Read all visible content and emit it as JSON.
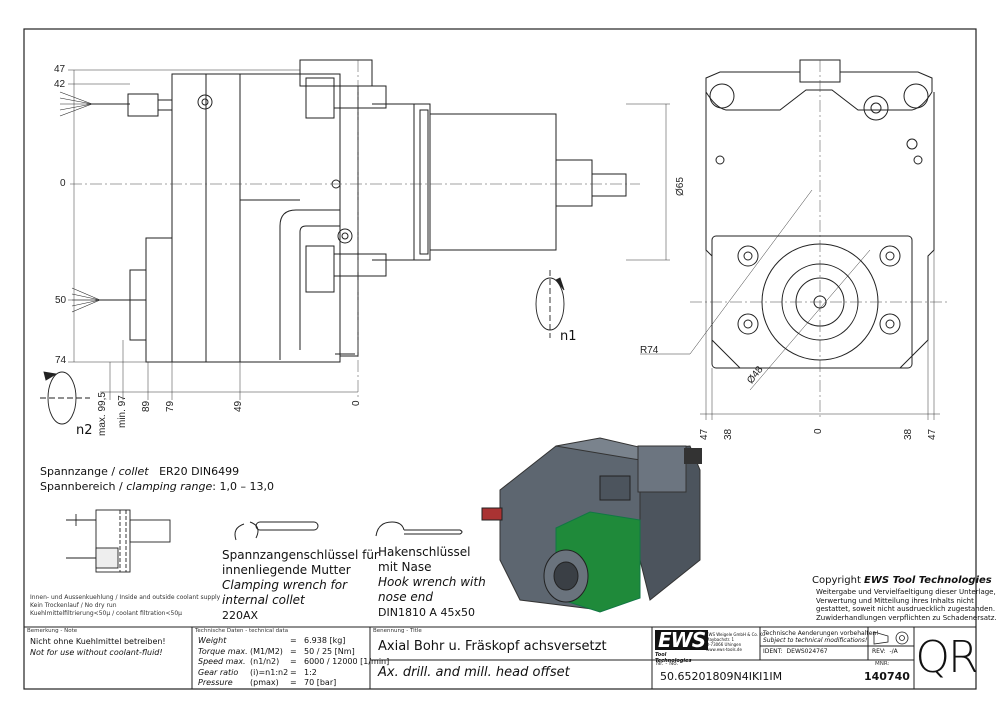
{
  "dimensions": {
    "left_labels": [
      "47",
      "42",
      "0",
      "50",
      "74"
    ],
    "bottom_left_labels": [
      "max. 99,5",
      "min. 97",
      "89",
      "79",
      "49",
      "0"
    ],
    "bottom_right_labels": [
      "47",
      "38",
      "0",
      "38",
      "47"
    ],
    "diameter_65": "Ø65",
    "diameter_48": "Ø48",
    "radius_74": "R74",
    "n1": "n1",
    "n2": "n2"
  },
  "specs": {
    "collet_line_de": "Spannzange / ",
    "collet_line_en": "collet",
    "collet_value": "ER20   DIN6499",
    "range_line_de": "Spannbereich / ",
    "range_line_en": "clamping range",
    "range_value": ": 1,0 – 13,0"
  },
  "wrench1": {
    "line1": "Spannzangenschlüssel für",
    "line2": "innenliegende Mutter",
    "line3": "Clamping wrench for",
    "line4": "internal collet",
    "code": "220AX"
  },
  "wrench2": {
    "line1": "Hakenschlüssel",
    "line2": "mit Nase",
    "line3": "Hook wrench with",
    "line4": "nose end",
    "code": "DIN1810  A  45x50"
  },
  "cooling_notes": {
    "line1": "Innen- und Aussenkuehlung / Inside and outside coolant supply",
    "line2": "Kein Trockenlauf / No dry run",
    "line3": "Kuehlmittelfiltrierung<50µ / coolant filtration<50µ"
  },
  "copyright": {
    "prefix": "Copyright ",
    "brand": "EWS Tool Technologies",
    "line1": "Weitergabe und Vervielfaeltigung dieser Unterlage,",
    "line2": "Verwertung und Mitteilung ihres Inhalts nicht",
    "line3": "gestattet, soweit nicht ausdruecklich zugestanden.",
    "line4": "Zuwiderhandlungen verpflichten zu Schadenersatz."
  },
  "title_block": {
    "note_header": "Bemerkung - Note",
    "note_de": "Nicht ohne Kuehlmittel betreiben!",
    "note_en": "Not for use without coolant-fluid!",
    "tech_header": "Technische Daten - technical data",
    "tech_rows": [
      {
        "label": "Weight",
        "sym": "",
        "eq": "=",
        "value": "6.938  [kg]"
      },
      {
        "label": "Torque max.",
        "sym": "(M1/M2)",
        "eq": "=",
        "value": "50  /  25  [Nm]"
      },
      {
        "label": "Speed max.",
        "sym": "(n1/n2)",
        "eq": "=",
        "value": "6000  /  12000  [1/min]"
      },
      {
        "label": "Gear ratio",
        "sym": "(i)=n1:n2",
        "eq": "=",
        "value": "1:2"
      },
      {
        "label": "Pressure",
        "sym": "(pmax)",
        "eq": "=",
        "value": "70  [bar]"
      }
    ],
    "title_header": "Benennung - Title",
    "title_de": "Axial Bohr u. Fräskopf achsversetzt",
    "title_en": "Ax. drill. and mill. head offset",
    "nr_header": "Nr. - No.",
    "part_number": "50.65201809N4IKI1IM",
    "logo_text": "EWS",
    "logo_sub": "Tool Technologies",
    "company_line1": "EWS Weigele GmbH & Co. KG",
    "company_line2": "Maybachstr. 1",
    "company_line3": "D-73066 Uhingen",
    "company_line4": "www.ews-tools.de",
    "changes_de": "Technische Aenderungen vorbehalten!",
    "changes_en": "Subject to technical modifications!",
    "ident_label": "IDENT:",
    "ident_value": "DEWS024767",
    "rev_label": "REV:",
    "rev_value": "-/A",
    "mnr_label": "MNR:",
    "mnr_value": "140740",
    "qr_text": "QR"
  },
  "colors": {
    "line": "#222222",
    "body_gray": "#5d6670",
    "green_ring": "#1f8a3a"
  }
}
